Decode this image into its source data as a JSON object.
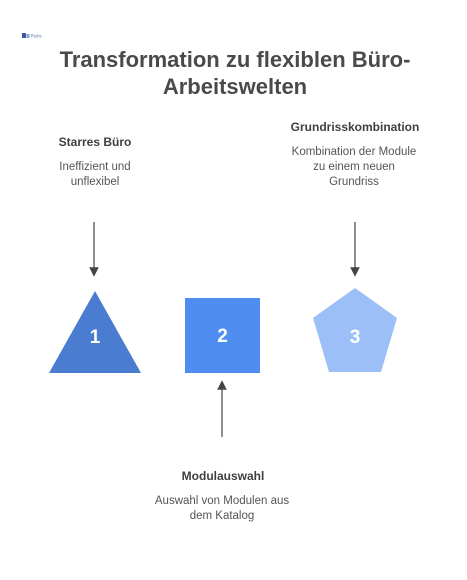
{
  "logo": {
    "text": "Ristic",
    "icon": "company-logo"
  },
  "title": "Transformation zu flexiblen Büro-Arbeitswelten",
  "steps": [
    {
      "number": "1",
      "heading": "Starres Büro",
      "description": "Ineffizient und unflexibel",
      "shape": "triangle",
      "color": "#4a7ccf"
    },
    {
      "number": "2",
      "heading": "Modulauswahl",
      "description": "Auswahl von Modulen aus dem Katalog",
      "shape": "square",
      "color": "#4f8ef0"
    },
    {
      "number": "3",
      "heading": "Grundrisskombination",
      "description": "Kombination der Module zu einem neuen Grundriss",
      "shape": "pentagon",
      "color": "#9dbff8"
    }
  ],
  "arrow_color": "#444444"
}
